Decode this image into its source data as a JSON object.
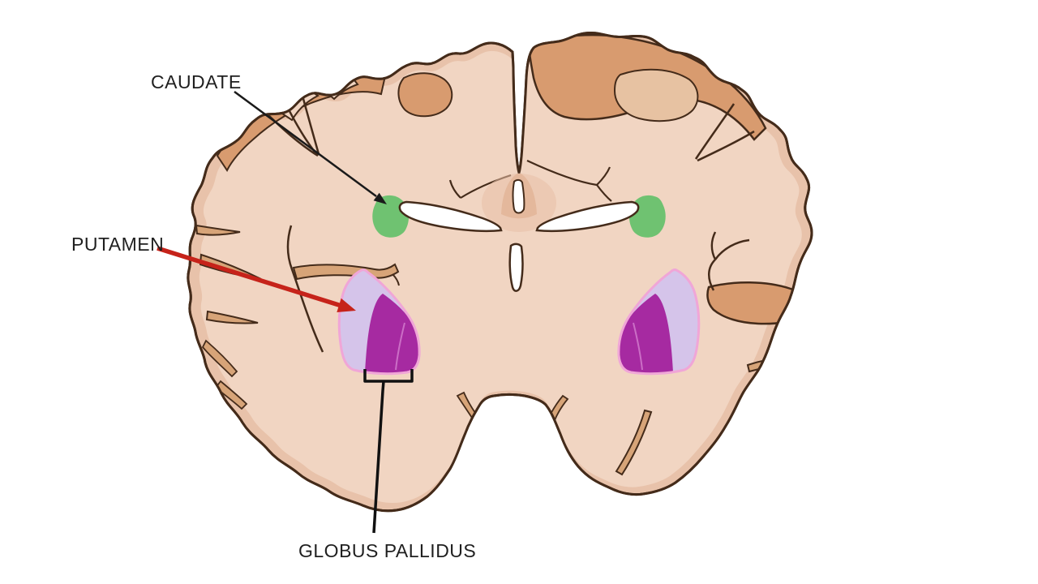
{
  "diagram": {
    "title_context": "Coronal brain section showing basal ganglia",
    "labels": {
      "caudate": "CAUDATE",
      "putamen": "PUTAMEN",
      "globus_pallidus": "GLOBUS PALLIDUS"
    },
    "structures": [
      {
        "label": "CAUDATE",
        "color": "#6fc271",
        "pointer": "black-arrow"
      },
      {
        "label": "PUTAMEN",
        "color": "#d5c4ea",
        "pointer": "red-arrow"
      },
      {
        "label": "GLOBUS PALLIDUS",
        "color": "#a62aa1",
        "pointer": "black-bracket"
      }
    ],
    "colors": {
      "background": "#ffffff",
      "cortex": "#f1d5c2",
      "cortex_band": "#e8c2aa",
      "gyri_patch": "#d89b6f",
      "sulci_fill": "#d7a478",
      "outline": "#442b1a",
      "ventricle": "#ffffff",
      "caudate_green": "#6fc271",
      "putamen_lavender": "#d5c4ea",
      "globus_pallidus_magenta": "#a62aa1",
      "nuclei_pink_outline": "#f0a6d7",
      "arrow_black": "#1a1a1a",
      "arrow_red": "#c6231a",
      "label_text": "#1f1f1f"
    }
  }
}
